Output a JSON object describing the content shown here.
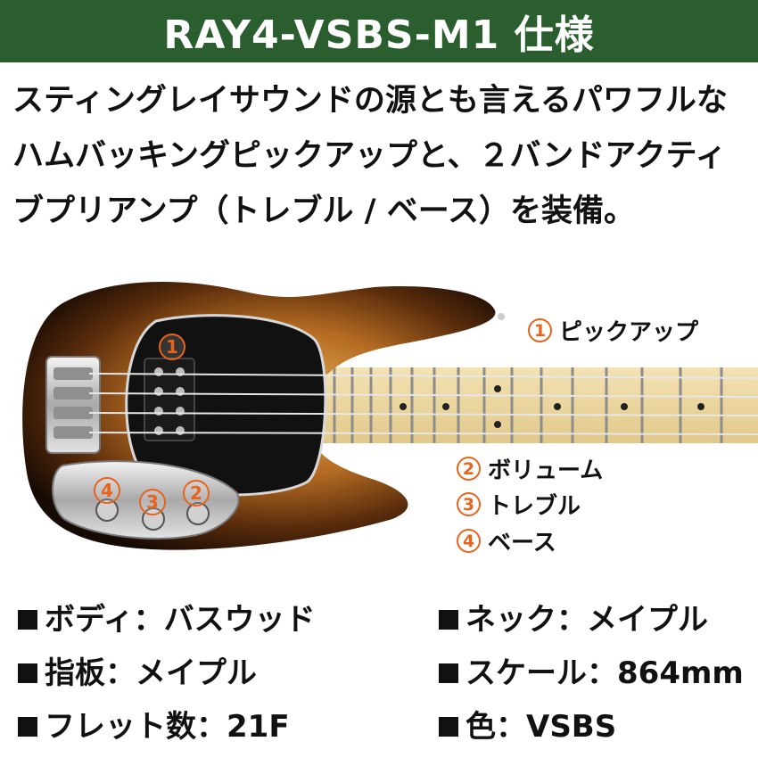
{
  "banner": {
    "title": "RAY4-VSBS-M1 仕様",
    "background": "#2b5e2e"
  },
  "intro": {
    "lines": [
      "スティングレイサウンドの源とも言えるパワフルな",
      "ハムバッキングピックアップと、２バンドアクティ",
      "ブプリアンプ（トレブル / ベース）を装備。"
    ]
  },
  "callouts": [
    {
      "number": "1",
      "label": "ピックアップ"
    },
    {
      "number": "2",
      "label": "ボリューム"
    },
    {
      "number": "3",
      "label": "トレブル"
    },
    {
      "number": "4",
      "label": "ベース"
    }
  ],
  "markers": [
    "1",
    "2",
    "3",
    "4"
  ],
  "specs": [
    {
      "label": "ボディ：バスウッド"
    },
    {
      "label": "ネック：メイプル"
    },
    {
      "label": "指板：メイプル"
    },
    {
      "label": "スケール：864mm"
    },
    {
      "label": "フレット数：21F"
    },
    {
      "label": "色：VSBS"
    }
  ],
  "colors": {
    "accent": "#e8631d",
    "text": "#111111",
    "sunburst_dark": "#1c0f07",
    "sunburst_mid": "#8a4b15",
    "sunburst_light": "#e1a447",
    "pickguard": "#111111",
    "maple": "#eed9a6"
  }
}
